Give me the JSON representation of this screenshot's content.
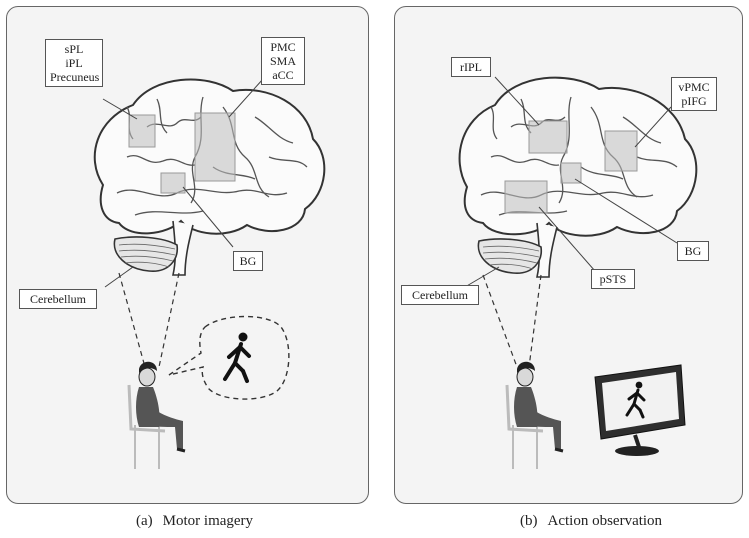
{
  "panel_a": {
    "labels": {
      "parietal": [
        "sPL",
        "iPL",
        "Precuneus"
      ],
      "motor": [
        "PMC",
        "SMA",
        "aCC"
      ],
      "basal_ganglia": "BG",
      "cerebellum": "Cerebellum"
    },
    "caption_tag": "(a)",
    "caption_text": "Motor imagery"
  },
  "panel_b": {
    "labels": {
      "parietal": "rIPL",
      "premotor": [
        "vPMC",
        "pIFG"
      ],
      "basal_ganglia": "BG",
      "temporal": "pSTS",
      "cerebellum": "Cerebellum"
    },
    "caption_tag": "(b)",
    "caption_text": "Action observation"
  }
}
